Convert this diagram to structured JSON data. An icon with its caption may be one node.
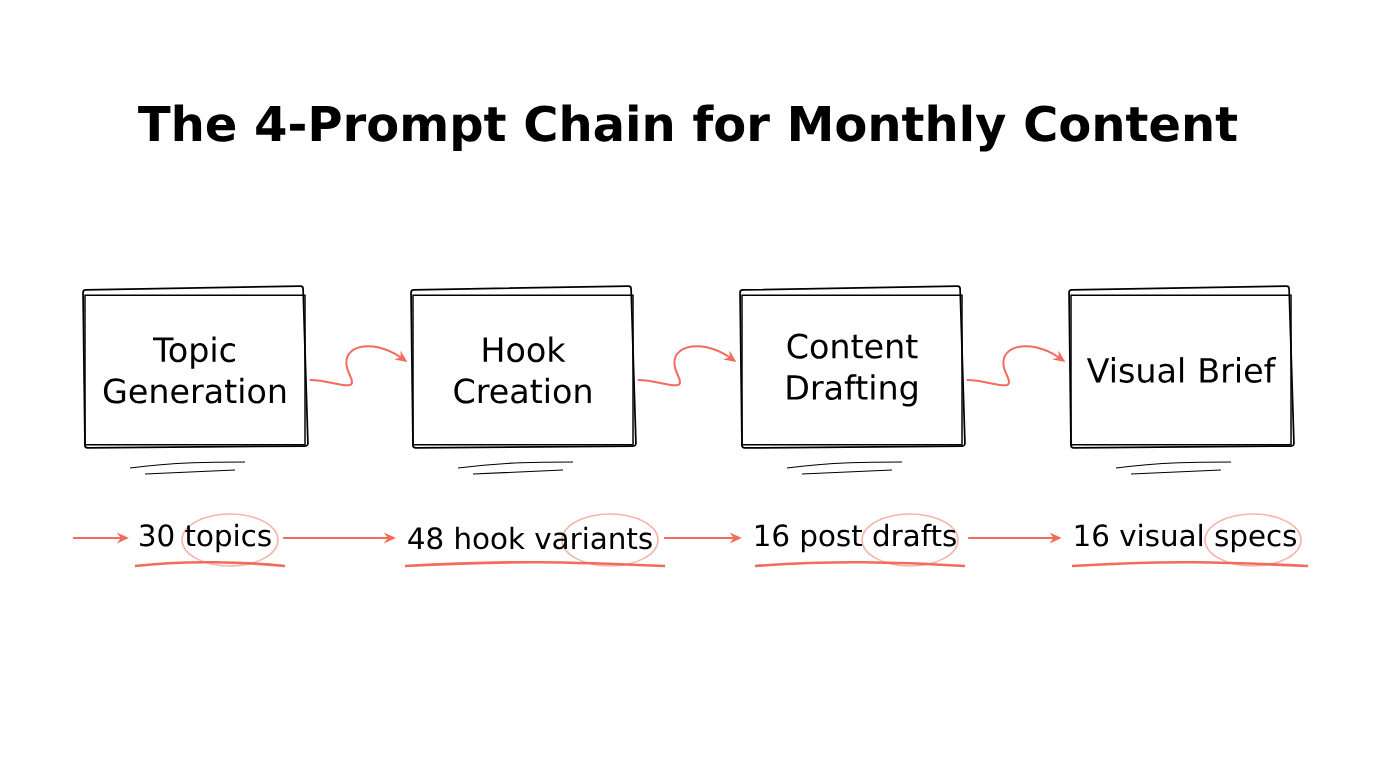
{
  "diagram": {
    "title": "The 4-Prompt Chain for Monthly Content",
    "nodes": [
      {
        "text": [
          "Topic Generation"
        ]
      },
      {
        "text": [
          "Hook Creation"
        ]
      },
      {
        "text": [
          "Content Drafting"
        ]
      },
      {
        "text": [
          "Visual Brief"
        ]
      },
      {
        "text": [
          "30 topics"
        ]
      },
      {
        "text": [
          "48 hook variants"
        ]
      },
      {
        "text": [
          "16 post drafts"
        ]
      },
      {
        "text": [
          "16 visual specs"
        ]
      }
    ],
    "edges": [
      {
        "from": 0,
        "to": 1,
        "arrow": "to"
      },
      {
        "from": 1,
        "to": 2,
        "arrow": "to"
      },
      {
        "from": 2,
        "to": 3,
        "arrow": "to"
      },
      {
        "from": null,
        "to": 4,
        "arrow": "to"
      },
      {
        "from": 4,
        "to": 5,
        "arrow": "to"
      },
      {
        "from": 5,
        "to": 6,
        "arrow": "to"
      },
      {
        "from": 6,
        "to": 7,
        "arrow": "to"
      }
    ]
  }
}
